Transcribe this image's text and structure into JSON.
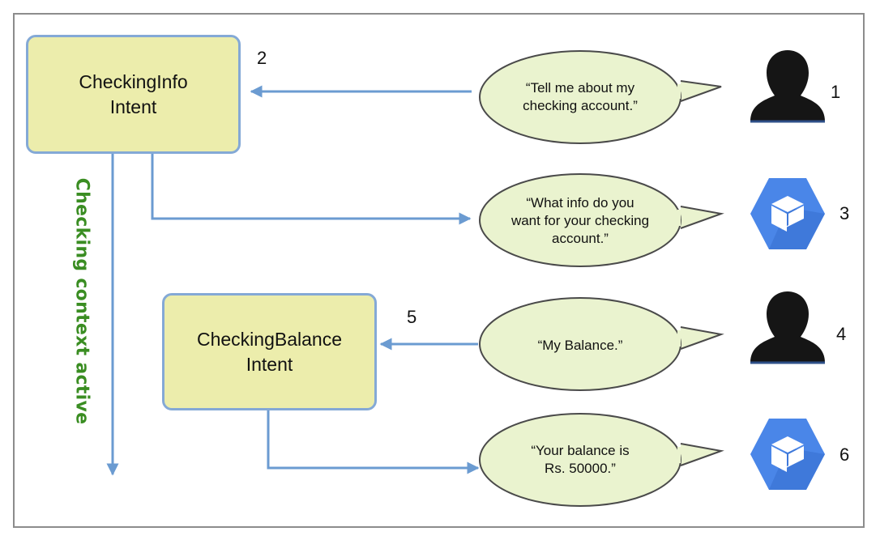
{
  "intents": [
    {
      "line1": "CheckingInfo",
      "line2": "Intent"
    },
    {
      "line1": "CheckingBalance",
      "line2": "Intent"
    }
  ],
  "messages": [
    {
      "line1": "“Tell me about my",
      "line2": "checking account.”"
    },
    {
      "line1": "“What info do you",
      "line2": "want for your checking",
      "line3": "account.”"
    },
    {
      "line1": "“My Balance.”"
    },
    {
      "line1": "“Your balance is",
      "line2": "Rs. 50000.”"
    }
  ],
  "steps": [
    "1",
    "2",
    "3",
    "4",
    "5",
    "6"
  ],
  "context_label": "Checking context active",
  "colors": {
    "intent_fill": "#ecedac",
    "intent_border": "#84a9d6",
    "bubble_fill": "#eaf3cf",
    "bubble_border": "#4a4a4a",
    "arrow": "#6b9bd1",
    "context_label": "#3a8d22",
    "agent_icon": "#4a86e8",
    "user_icon": "#151515"
  },
  "icons": {
    "user": "user-silhouette-icon",
    "agent": "dialogflow-agent-icon"
  }
}
